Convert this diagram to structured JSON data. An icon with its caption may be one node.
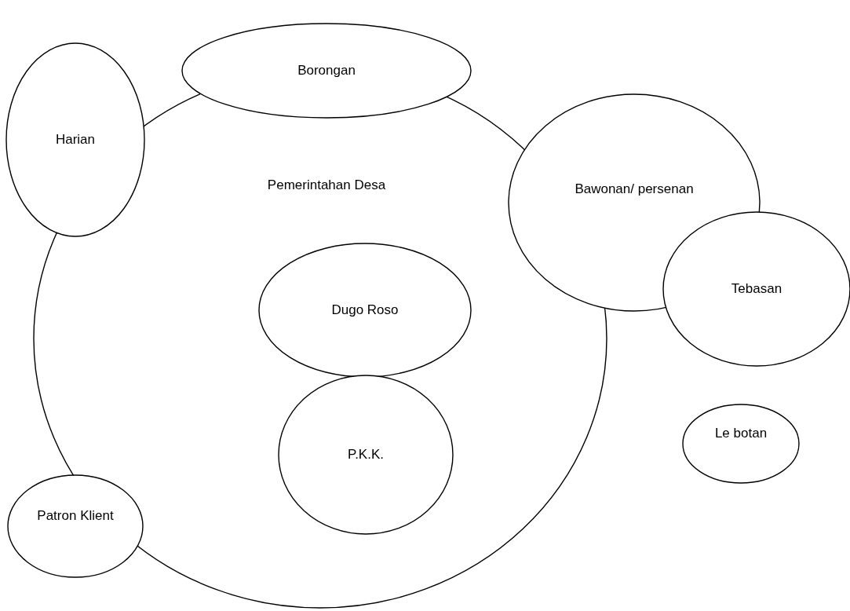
{
  "diagram": {
    "nodes": [
      {
        "text": [
          "Borongan"
        ]
      },
      {
        "text": [
          "Harian"
        ]
      },
      {
        "text": [
          "Pemerintahan Desa"
        ]
      },
      {
        "text": [
          "Bawonan/ persenan"
        ]
      },
      {
        "text": [
          "Tebasan"
        ]
      },
      {
        "text": [
          "Dugo Roso"
        ],
        "in": 2
      },
      {
        "text": [
          "P.K.K."
        ],
        "in": 2
      },
      {
        "text": [
          "Le botan"
        ]
      },
      {
        "text": [
          "Patron Klient"
        ]
      }
    ],
    "edges": []
  }
}
